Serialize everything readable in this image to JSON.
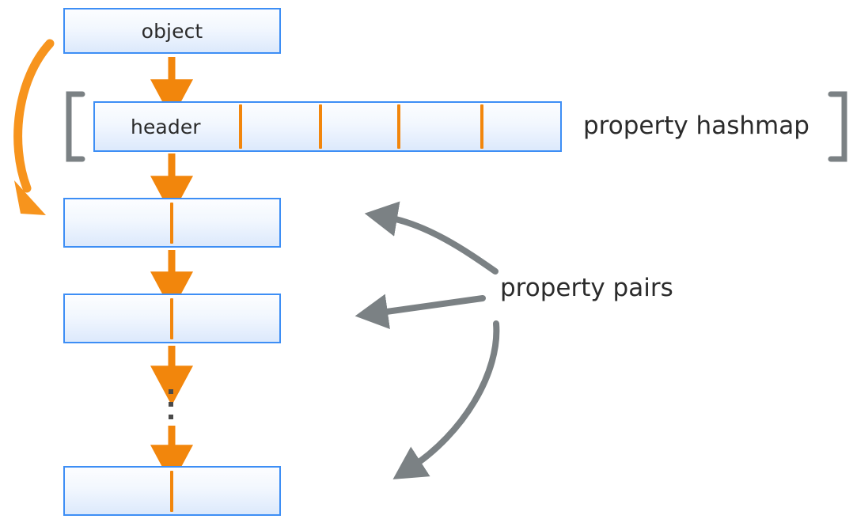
{
  "diagram": {
    "title": "V8 object property hashmap and property pairs layout",
    "colors": {
      "box_border": "#3d8ef5",
      "box_fill_top": "#fcfdff",
      "box_fill_bottom": "#dce9fc",
      "orange_accent": "#f2860c",
      "gray_annotation": "#7b8184",
      "text": "#2b2b2b"
    },
    "boxes": [
      {
        "id": "object",
        "label": "object"
      },
      {
        "id": "header",
        "label": "header"
      },
      {
        "id": "pair1",
        "label": ""
      },
      {
        "id": "pair2",
        "label": ""
      },
      {
        "id": "pair3",
        "label": ""
      }
    ],
    "labels": {
      "property_hashmap": "property hashmap",
      "property_pairs": "property pairs"
    },
    "header_slot_ticks": [
      302,
      403,
      502,
      607
    ],
    "ellipsis_dots": 3,
    "brackets": {
      "left": "[",
      "right": "]"
    },
    "arrows": {
      "object_to_header": "orange-down-arrow",
      "header_to_pair1": "orange-down-arrow",
      "pair1_to_pair2": "orange-down-arrow",
      "pair2_to_ellipsis": "orange-down-arrow",
      "ellipsis_to_pair3": "orange-down-arrow",
      "object_wrap_to_pair1": "orange-curved-arrow",
      "pairs_to_pair1": "gray-curved-arrow",
      "pairs_to_pair2": "gray-straight-arrow",
      "pairs_to_pair3": "gray-curved-arrow"
    }
  }
}
